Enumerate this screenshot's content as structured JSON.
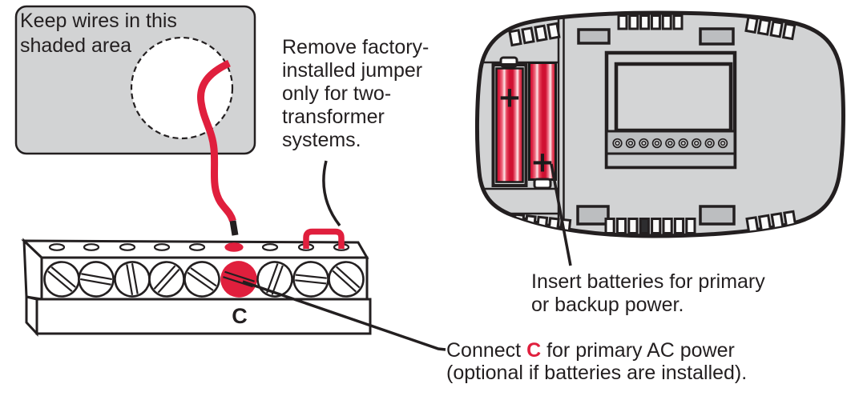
{
  "colors": {
    "red": "#e01f3d",
    "panel_gray": "#d2d3d4",
    "ink": "#231f20"
  },
  "labels": {
    "keep_wires": "Keep wires in this\nshaded area",
    "remove_jumper": "Remove factory-\ninstalled jumper\nonly for two-\ntransformer\nsystems.",
    "insert_batteries": "Insert batteries for primary\nor backup power.",
    "connect": {
      "prefix": "Connect ",
      "terminal": "C",
      "suffix": " for primary AC power",
      "line2": "(optional if batteries are installed)."
    },
    "c_terminal": "C",
    "battery_plus": "+"
  },
  "terminal_block": {
    "screw_count": 9,
    "red_screw_index": 6,
    "hole_count": 9,
    "jumper_spans": [
      8,
      9
    ]
  },
  "thermostat": {
    "battery_count": 2,
    "terminal_screw_count": 9
  }
}
